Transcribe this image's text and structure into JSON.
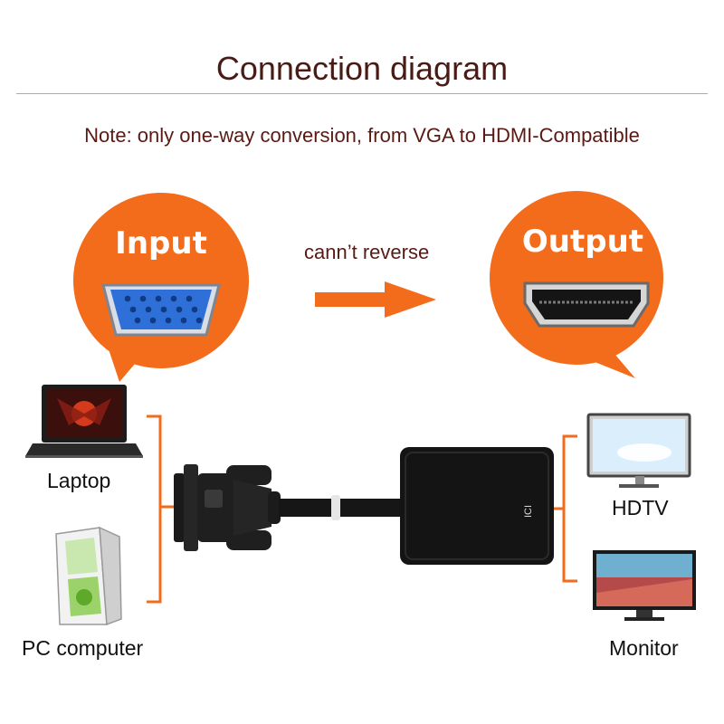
{
  "title": "Connection diagram",
  "note": "Note: only one-way conversion, from VGA to HDMI-Compatible",
  "input_label": "Input",
  "output_label": "Output",
  "direction_text": "cann’t reverse",
  "adapter_port_text": "ICI",
  "devices": {
    "laptop": "Laptop",
    "pc": "PC computer",
    "hdtv": "HDTV",
    "monitor": "Monitor"
  },
  "colors": {
    "accent_orange": "#f36c1c",
    "title_brown": "#4a1a14",
    "vga_blue": "#2f6fd8",
    "adapter_black": "#141414"
  },
  "icons": [
    "vga-port-icon",
    "hdmi-port-icon",
    "laptop-icon",
    "pc-tower-icon",
    "hdtv-icon",
    "monitor-icon",
    "vga-cable-icon",
    "hdmi-adapter-icon"
  ]
}
